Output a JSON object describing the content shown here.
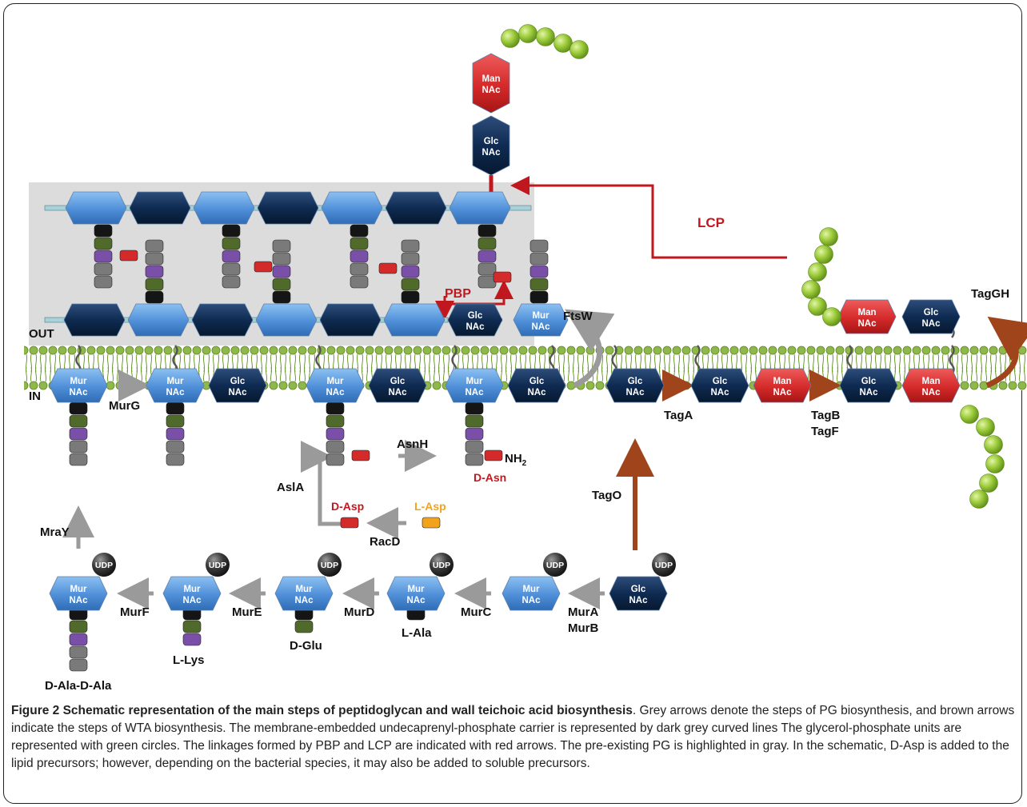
{
  "diagram": {
    "labels": {
      "out": "OUT",
      "in": "IN",
      "pbp": "PBP",
      "lcp": "LCP",
      "ftsw": "FtsW",
      "taggh": "TagGH",
      "murg": "MurG",
      "asnh": "AsnH",
      "asla": "AslA",
      "racd": "RacD",
      "d_asp": "D-Asp",
      "l_asp": "L-Asp",
      "d_asn": "D-Asn",
      "nh2": "NH",
      "nh2_sub": "2",
      "taga": "TagA",
      "tagb": "TagB",
      "tagf": "TagF",
      "tago": "TagO",
      "mray": "MraY",
      "murf": "MurF",
      "mure": "MurE",
      "murd": "MurD",
      "murc": "MurC",
      "mura": "MurA",
      "murb": "MurB",
      "d_ala_d_ala": "D-Ala-D-Ala",
      "l_lys": "L-Lys",
      "d_glu": "D-Glu",
      "l_ala": "L-Ala"
    },
    "sugars": {
      "murnac": [
        "Mur",
        "NAc"
      ],
      "glcnac": [
        "Glc",
        "NAc"
      ],
      "mannac": [
        "Man",
        "NAc"
      ]
    },
    "udp": "UDP",
    "colors": {
      "murnac": "#4f8fd8",
      "glcnac": "#0f2b52",
      "mannac": "#d42a2a",
      "pg_background": "#dcdcdc",
      "red_arrow": "#c0181e",
      "grey_arrow": "#9a9a9a",
      "brown_arrow": "#a0441c",
      "membrane": "#7aa035",
      "glycerol_phosphate": "#9ccb3a",
      "lys": "#7a4fa8",
      "glu": "#4f6a2a",
      "ala": "#7a7a7a",
      "l_asp": "#f3a21b"
    }
  },
  "caption": {
    "title": "Figure 2 Schematic representation of the main steps of peptidoglycan and wall teichoic acid biosynthesis",
    "body": ". Grey arrows denote the steps of PG biosynthesis, and brown arrows indicate the steps of WTA biosynthesis. The membrane-embedded undecaprenyl-phosphate carrier is represented by dark grey curved lines The glycerol-phosphate units are represented with green circles. The linkages formed by PBP and LCP are indicated with red arrows. The pre-existing PG is highlighted in gray. In the schematic, D-Asp is added to the lipid precursors; however, depending on the bacterial species, it may also be added to soluble precursors."
  }
}
